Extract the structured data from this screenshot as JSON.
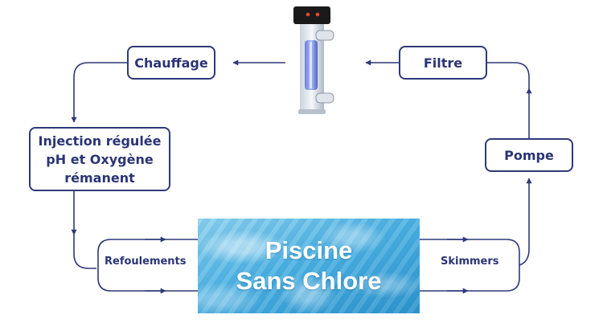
{
  "nodes": {
    "chauffage": "Chauffage",
    "filtre": "Filtre",
    "pompe": "Pompe",
    "injection": [
      "Injection régulée",
      "pH et Oxygène",
      "rémanent"
    ]
  },
  "labels": {
    "refoulements": "Refoulements",
    "skimmers": "Skimmers"
  },
  "pool": {
    "line1": "Piscine",
    "line2": "Sans Chlore"
  },
  "colors": {
    "line": "#2e3a78",
    "text": "#2b3575",
    "water": "#4fb3e3"
  },
  "icons": {
    "device": "uv-oxygen-treatment-unit"
  }
}
